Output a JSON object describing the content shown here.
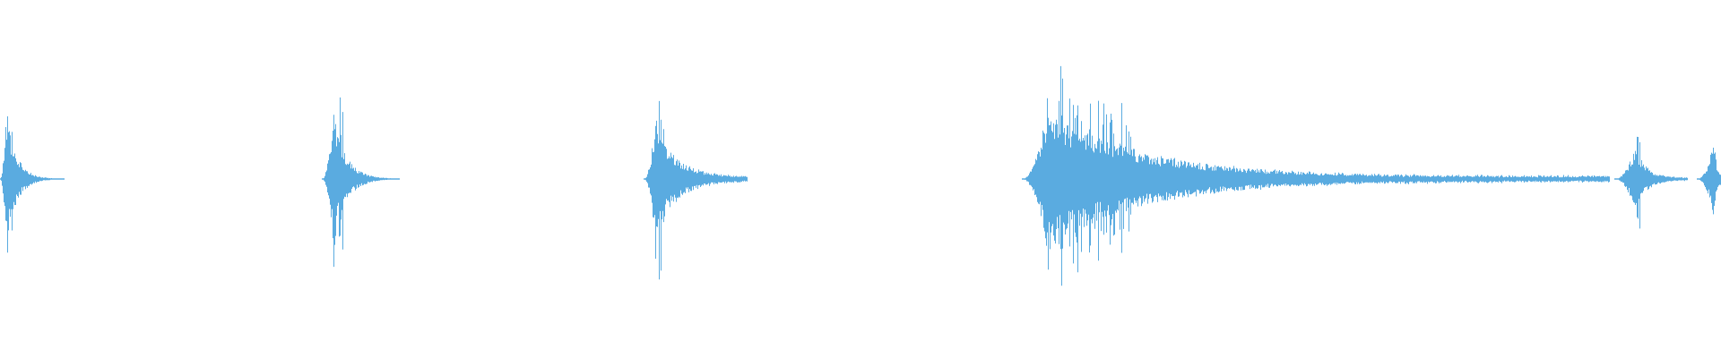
{
  "waveform": {
    "color": "#5aabe0",
    "background": "#ffffff",
    "baseline": 0.5,
    "segments": [
      {
        "start": 0.0,
        "peak": 0.003,
        "end": 0.037,
        "amp_max": 0.82,
        "amp_body": 0.38,
        "decay": 5.5,
        "tail_amp": 0.0
      },
      {
        "start": 0.187,
        "peak": 0.193,
        "end": 0.232,
        "amp_max": 0.79,
        "amp_body": 0.35,
        "decay": 5.0,
        "tail_amp": 0.0
      },
      {
        "start": 0.374,
        "peak": 0.38,
        "end": 0.434,
        "amp_max": 0.71,
        "amp_body": 0.32,
        "decay": 4.5,
        "tail_amp": 0.02
      },
      {
        "start": 0.594,
        "peak": 0.608,
        "end": 0.935,
        "amp_max": 0.76,
        "amp_body": 0.38,
        "decay": 6.0,
        "tail_amp": 0.022
      },
      {
        "start": 0.938,
        "peak": 0.95,
        "end": 0.98,
        "amp_max": 0.46,
        "amp_body": 0.18,
        "decay": 5.0,
        "tail_amp": 0.01
      },
      {
        "start": 0.986,
        "peak": 0.996,
        "end": 1.0,
        "amp_max": 0.58,
        "amp_body": 0.22,
        "decay": 3.0,
        "tail_amp": 0.02
      }
    ]
  }
}
